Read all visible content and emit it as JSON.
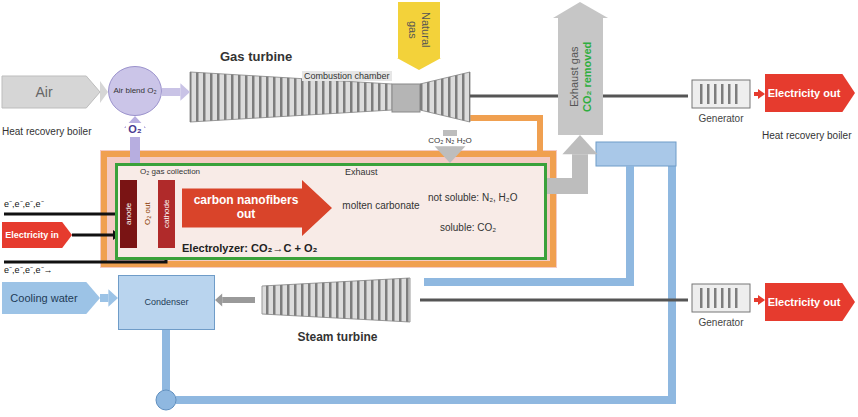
{
  "diagram": {
    "nodes": [
      {
        "text": [
          "Air"
        ]
      },
      {
        "text": [
          "Air blend O₂"
        ]
      },
      {
        "text": [
          "Natural gas"
        ]
      },
      {
        "text": [
          "Gas turbine",
          "Combustion chamber"
        ]
      },
      {
        "text": [
          "Exhaust gas",
          "CO₂ removed"
        ]
      },
      {
        "text": [
          "Generator"
        ]
      },
      {
        "text": [
          "Electricity out"
        ]
      },
      {
        "text": [
          "Electrolyzer: CO₂→C + O₂"
        ]
      },
      {
        "text": [
          "anode"
        ],
        "in": 7
      },
      {
        "text": [
          "cathode"
        ],
        "in": 7
      },
      {
        "text": [
          "carbon nanofibers out"
        ],
        "in": 7
      },
      {
        "text": [
          "molten carbonate"
        ],
        "in": 7
      },
      {
        "text": [
          "Electricity in"
        ]
      },
      {
        "text": [
          "Cooling water"
        ]
      },
      {
        "text": [
          "Condenser"
        ]
      },
      {
        "text": [
          "Steam turbine"
        ]
      },
      {
        "text": [
          "Generator"
        ]
      },
      {
        "text": [
          "Electricity out"
        ]
      }
    ],
    "edges": [
      {
        "from": 0,
        "to": 1,
        "arrow": "to"
      },
      {
        "from": 1,
        "to": 3,
        "arrow": "to"
      },
      {
        "from": 2,
        "to": 3,
        "arrow": "to"
      },
      {
        "from": 3,
        "to": 5,
        "arrow": "none"
      },
      {
        "from": 5,
        "to": 6,
        "arrow": "to"
      },
      {
        "from": 3,
        "to": 7,
        "arrow": "to",
        "label": "CO₂ N₂ H₂O"
      },
      {
        "from": 7,
        "to": 4,
        "arrow": "to"
      },
      {
        "from": 7,
        "to": 1,
        "arrow": "to",
        "label": "O₂"
      },
      {
        "from": 12,
        "to": 8,
        "arrow": "to"
      },
      {
        "from": 13,
        "to": 14,
        "arrow": "to"
      },
      {
        "from": 15,
        "to": 14,
        "arrow": "to"
      },
      {
        "from": 15,
        "to": 16,
        "arrow": "none"
      },
      {
        "from": 16,
        "to": 17,
        "arrow": "to"
      }
    ],
    "labels": [
      "Heat recovery boiler",
      "Heat recovery boiler",
      "O₂ gas collection",
      "Exhaust",
      "O₂ out",
      "not soluble: N₂, H₂O",
      "soluble: CO₂",
      "e⁻,e⁻,e⁻,e⁻",
      "e⁻,e⁻,e⁻,e⁻→"
    ]
  }
}
